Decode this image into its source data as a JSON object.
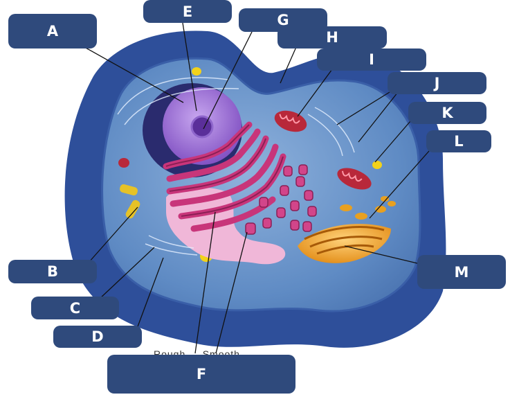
{
  "labels": {
    "a": "A",
    "b": "B",
    "c": "C",
    "d": "D",
    "e": "E",
    "f": "F",
    "g": "G",
    "h": "H",
    "i": "I",
    "j": "J",
    "k": "K",
    "l": "L",
    "m": "M"
  },
  "footer_text": "Rough ... Smooth",
  "colors": {
    "label_box": "#2f4a7c",
    "cell_membrane": "#2e4f9a",
    "cytoplasm": "#5a86c0",
    "nucleus": "#9a6fd1",
    "nucleolus": "#6b3aa6",
    "endoplasmic_reticulum": "#c8357a",
    "golgi": "#e89a1e",
    "mitochondria": "#b8283a",
    "vesicle": "#f2d21a"
  }
}
